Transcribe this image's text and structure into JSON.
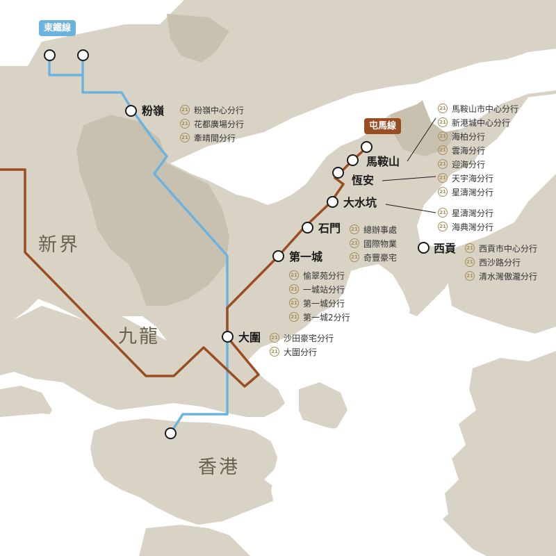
{
  "colors": {
    "land": "#d9d3c6",
    "land_dark": "#c9c1b0",
    "sea": "#ffffff",
    "east_rail": "#6cb2df",
    "tuen_ma": "#9b4d22",
    "badge": "#a78d53"
  },
  "line_labels": {
    "east_rail": "東鐵線",
    "tuen_ma": "屯馬線"
  },
  "regions": {
    "new_territories": "新界",
    "kowloon": "九龍",
    "hong_kong": "香港"
  },
  "badge_text": "21",
  "stations": {
    "fanling": {
      "name": "粉嶺",
      "branches": [
        "粉嶺中心分行",
        "花都廣場分行",
        "牽晴間分行"
      ]
    },
    "ma_on_shan": {
      "name": "馬鞍山",
      "branches": [
        "馬鞍山市中心分行",
        "新港城中心分行",
        "海柏分行",
        "雲海分行",
        "迎海分行"
      ]
    },
    "heng_on": {
      "name": "恆安",
      "branches": [
        "天宇海分行",
        "星濤灣分行"
      ]
    },
    "tai_shui_hang": {
      "name": "大水坑",
      "branches": [
        "星濤灣分行",
        "海典灣分行"
      ]
    },
    "shek_mun": {
      "name": "石門",
      "branches": [
        "總辦事處",
        "國際物業",
        "奇豐豪宅"
      ]
    },
    "sai_kung": {
      "name": "西貢",
      "branches": [
        "西貢市中心分行",
        "西沙路分行",
        "清水灣傲瀧分行"
      ]
    },
    "city_one": {
      "name": "第一城",
      "branches": [
        "愉翠苑分行",
        "一城站分行",
        "第一城分行",
        "第一城2分行"
      ]
    },
    "tai_wai": {
      "name": "大圍",
      "branches": [
        "沙田豪宅分行",
        "大圍分行"
      ]
    }
  }
}
